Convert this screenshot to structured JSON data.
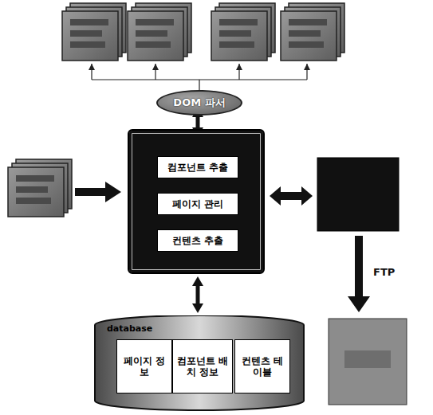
{
  "diagram": {
    "nodes": [
      {
        "text": [
          "DOM 파서"
        ]
      },
      {
        "text": []
      },
      {
        "text": [
          "컴포넌트 추출"
        ],
        "in": 1
      },
      {
        "text": [
          "페이지 관리"
        ],
        "in": 1
      },
      {
        "text": [
          "컨텐츠 추출"
        ],
        "in": 1
      },
      {
        "text": [
          "database"
        ]
      },
      {
        "text": [
          "페이지 정보"
        ],
        "in": 5
      },
      {
        "text": [
          "컴포넌트 배치 정보"
        ],
        "in": 5
      },
      {
        "text": [
          "컨텐츠 테이블"
        ],
        "in": 5
      }
    ],
    "edges": [
      {
        "from": 0,
        "to": 1,
        "arrow": "both"
      },
      {
        "from": 1,
        "to": 5,
        "arrow": "both"
      }
    ],
    "labels": [
      "FTP"
    ]
  }
}
